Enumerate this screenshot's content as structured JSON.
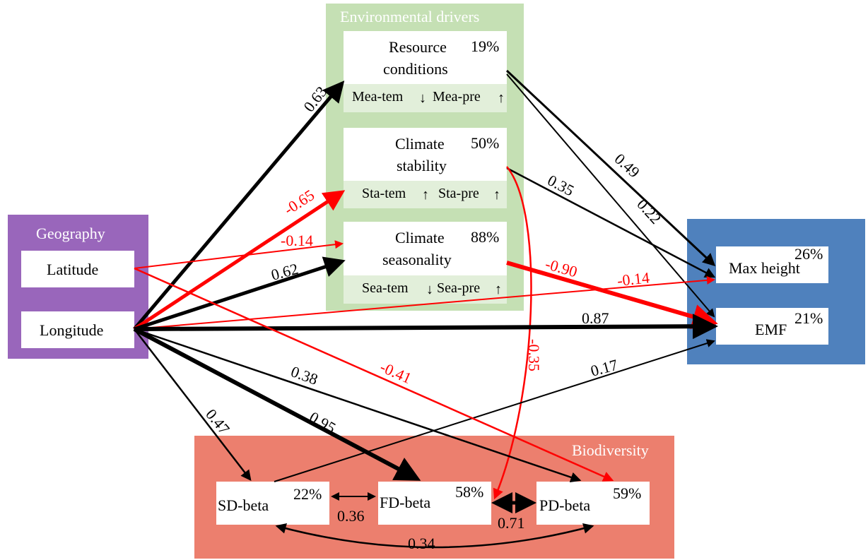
{
  "panels": {
    "environment": {
      "title": "Environmental drivers",
      "color": "#c5e0b4"
    },
    "geography": {
      "title": "Geography",
      "color": "#9966bb"
    },
    "biodiversity": {
      "title": "Biodiversity",
      "color": "#ec7f6e"
    },
    "outcomes": {
      "color": "#4f81bd"
    }
  },
  "nodes": {
    "resource": {
      "line1": "Resource",
      "line2": "conditions",
      "r2": "19%",
      "sub_left": "Mea-tem",
      "sub_right": "Mea-pre",
      "left_dir": "↓",
      "right_dir": "↑"
    },
    "stability": {
      "line1": "Climate",
      "line2": "stability",
      "r2": "50%",
      "sub_left": "Sta-tem",
      "sub_right": "Sta-pre",
      "left_dir": "↑",
      "right_dir": "↑"
    },
    "seasonality": {
      "line1": "Climate",
      "line2": "seasonality",
      "r2": "88%",
      "sub_left": "Sea-tem",
      "sub_right": "Sea-pre",
      "left_dir": "↓",
      "right_dir": "↑"
    },
    "latitude": {
      "label": "Latitude"
    },
    "longitude": {
      "label": "Longitude"
    },
    "maxheight": {
      "label": "Max height",
      "r2": "26%"
    },
    "emf": {
      "label": "EMF",
      "r2": "21%"
    },
    "sdbeta": {
      "label": "SD-beta",
      "r2": "22%"
    },
    "fdbeta": {
      "label": "FD-beta",
      "r2": "58%"
    },
    "pdbeta": {
      "label": "PD-beta",
      "r2": "59%"
    }
  },
  "paths": [
    {
      "from": "longitude",
      "to": "resource",
      "coef": "0.63",
      "color": "#000000"
    },
    {
      "from": "longitude",
      "to": "stability",
      "coef": "-0.65",
      "color": "#ff0000"
    },
    {
      "from": "latitude",
      "to": "seasonality",
      "coef": "-0.14",
      "color": "#ff0000"
    },
    {
      "from": "longitude",
      "to": "seasonality",
      "coef": "0.62",
      "color": "#000000"
    },
    {
      "from": "resource",
      "to": "maxheight",
      "coef": "0.49",
      "color": "#000000"
    },
    {
      "from": "resource",
      "to": "emf",
      "coef": "0.22",
      "color": "#000000"
    },
    {
      "from": "stability",
      "to": "maxheight",
      "coef": "0.35",
      "color": "#000000"
    },
    {
      "from": "stability",
      "to": "fdbeta",
      "coef": "-0.35",
      "color": "#ff0000"
    },
    {
      "from": "seasonality",
      "to": "emf",
      "coef": "-0.90",
      "color": "#ff0000"
    },
    {
      "from": "longitude",
      "to": "maxheight",
      "coef": "-0.14",
      "color": "#ff0000"
    },
    {
      "from": "longitude",
      "to": "emf",
      "coef": "0.87",
      "color": "#000000"
    },
    {
      "from": "sdbeta",
      "to": "emf",
      "coef": "0.17",
      "color": "#000000"
    },
    {
      "from": "latitude",
      "to": "pdbeta",
      "coef": "-0.41",
      "color": "#ff0000"
    },
    {
      "from": "longitude",
      "to": "pdbeta",
      "coef": "0.38",
      "color": "#000000"
    },
    {
      "from": "longitude",
      "to": "fdbeta",
      "coef": "0.95",
      "color": "#000000"
    },
    {
      "from": "longitude",
      "to": "sdbeta",
      "coef": "0.47",
      "color": "#000000"
    }
  ],
  "correlations": [
    {
      "between": [
        "sdbeta",
        "fdbeta"
      ],
      "coef": "0.36"
    },
    {
      "between": [
        "fdbeta",
        "pdbeta"
      ],
      "coef": "0.71"
    },
    {
      "between": [
        "sdbeta",
        "pdbeta"
      ],
      "coef": "0.34"
    }
  ]
}
